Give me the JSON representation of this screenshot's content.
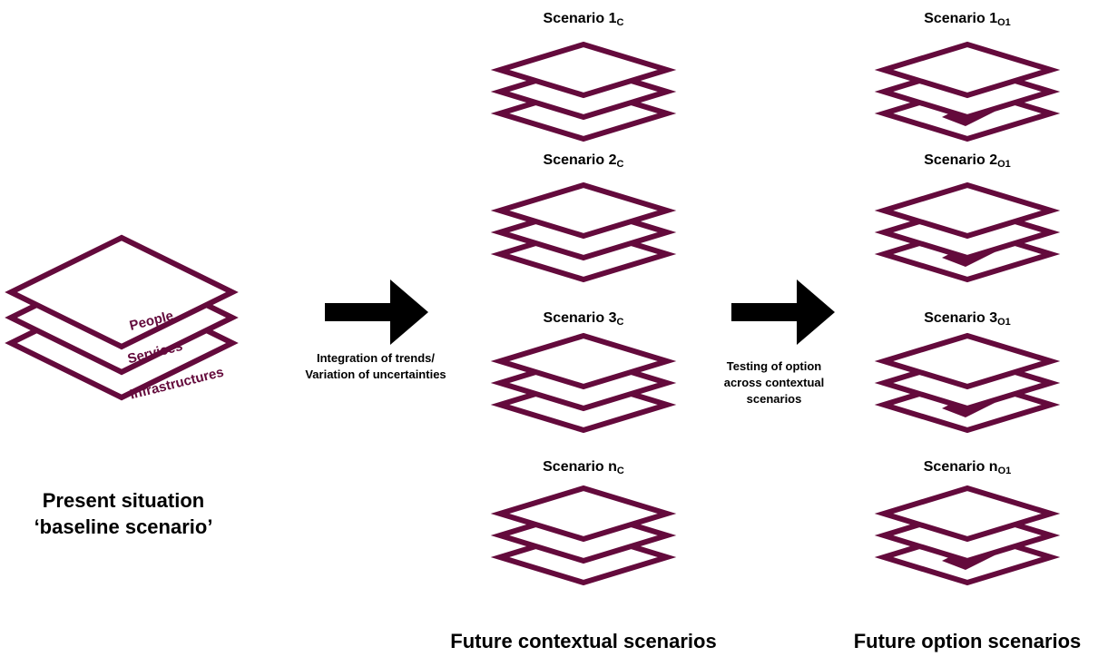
{
  "colors": {
    "layer": "#640a3c",
    "arrow": "#000000"
  },
  "baseline": {
    "layers": [
      "People",
      "Services",
      "Infrastructures"
    ],
    "title_line1": "Present situation",
    "title_line2": "‘baseline scenario’"
  },
  "arrow1_caption": [
    "Integration of trends/",
    "Variation of uncertainties"
  ],
  "arrow2_caption": [
    "Testing of option",
    "across contextual",
    "scenarios"
  ],
  "contextual": {
    "heading": "Future contextual scenarios",
    "scenarios": [
      {
        "name": "Scenario 1",
        "sub": "C"
      },
      {
        "name": "Scenario 2",
        "sub": "C"
      },
      {
        "name": "Scenario 3",
        "sub": "C"
      },
      {
        "name": "Scenario n",
        "sub": "C"
      }
    ]
  },
  "option": {
    "heading": "Future option scenarios",
    "scenarios": [
      {
        "name": "Scenario 1",
        "sub": "O1"
      },
      {
        "name": "Scenario 2",
        "sub": "O1"
      },
      {
        "name": "Scenario 3",
        "sub": "O1"
      },
      {
        "name": "Scenario n",
        "sub": "O1"
      }
    ]
  }
}
